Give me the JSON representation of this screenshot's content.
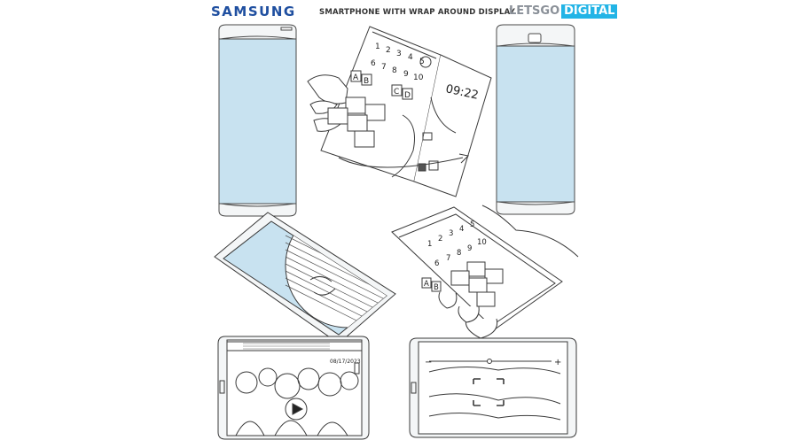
{
  "header": {
    "brand": "SAMSUNG",
    "headline": "SMARTPHONE WITH WRAP AROUND DISPLAY",
    "badge_part1": "LETSGO",
    "badge_part2": "DIGITAL"
  },
  "colors": {
    "brand_blue": "#1f4fa0",
    "badge_gray": "#8a9098",
    "badge_cyan": "#22b4e6",
    "screen_blue": "#c8e2f0",
    "line": "#4a4a4a"
  },
  "keypad_top": {
    "digits": [
      "1",
      "2",
      "3",
      "4",
      "5",
      "6",
      "7",
      "8",
      "9",
      "10"
    ],
    "keys": [
      "A",
      "B",
      "C",
      "D"
    ],
    "clock": "09:22"
  },
  "keypad_mid": {
    "digits": [
      "1",
      "2",
      "3",
      "4",
      "5",
      "6",
      "7",
      "8",
      "9",
      "10"
    ],
    "keys": [
      "A",
      "B"
    ]
  },
  "video_panel": {
    "timestamp": "08/17/2023"
  },
  "camera_panel": {
    "minus": "−",
    "plus": "+"
  }
}
